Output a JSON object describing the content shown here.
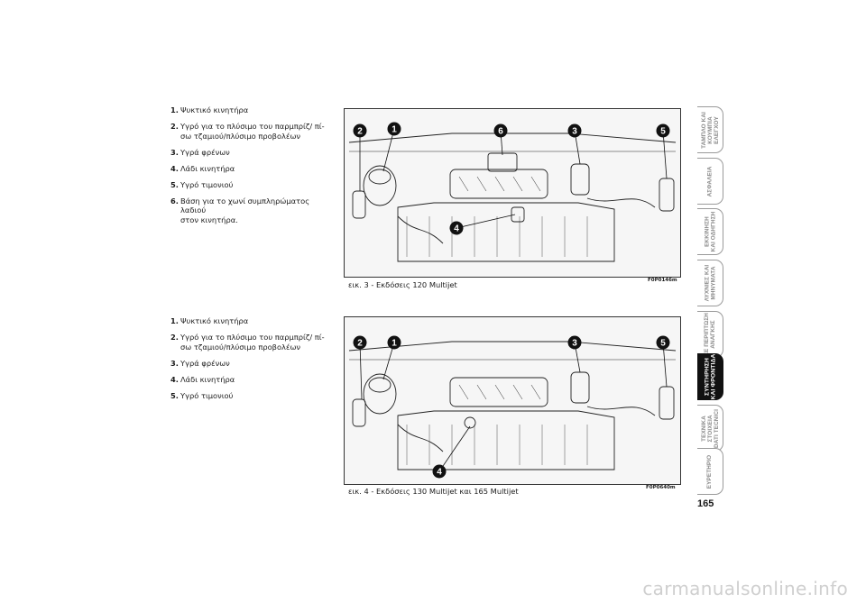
{
  "list1": [
    {
      "n": "1.",
      "text": "Ψυκτικό κινητήρα"
    },
    {
      "n": "2.",
      "text": "Υγρό για το πλύσιμο του παρμπρίζ/ πί-\nσω τζαμιού/πλύσιμο προβολέων"
    },
    {
      "n": "3.",
      "text": "Υγρά φρένων"
    },
    {
      "n": "4.",
      "text": "Λάδι κινητήρα"
    },
    {
      "n": "5.",
      "text": "Υγρό τιμονιού"
    },
    {
      "n": "6.",
      "text": "Βάση για το χωνί συμπληρώματος λαδιού\nστον κινητήρα."
    }
  ],
  "list2": [
    {
      "n": "1.",
      "text": "Ψυκτικό κινητήρα"
    },
    {
      "n": "2.",
      "text": "Υγρό για το πλύσιμο του παρμπρίζ/ πί-\nσω τζαμιού/πλύσιμο προβολέων"
    },
    {
      "n": "3.",
      "text": "Υγρά φρένων"
    },
    {
      "n": "4.",
      "text": "Λάδι κινητήρα"
    },
    {
      "n": "5.",
      "text": "Υγρό τιμονιού"
    }
  ],
  "fig1": {
    "caption": "εικ. 3 - Εκδόσεις 120 Multijet",
    "code": "F0P0146m",
    "callouts": [
      "2",
      "1",
      "6",
      "3",
      "5",
      "4"
    ]
  },
  "fig2": {
    "caption": "εικ. 4 - Εκδόσεις 130 Multijet και 165 Multijet",
    "code": "F0P0640m",
    "callouts": [
      "2",
      "1",
      "3",
      "5",
      "4"
    ]
  },
  "tabs": [
    {
      "label": "ΤΑΜΠΛΟ ΚΑΙ\nΚΟΥΜΠΙΑ\nΕΛΕΓΧΟΥ",
      "active": false
    },
    {
      "label": "ΑΣΦΑΛΕΙΑ",
      "active": false
    },
    {
      "label": "ΕΚΚΙΝΗΣΗ\nΚΑΙ ΟΔΗΓΗΣΗ",
      "active": false
    },
    {
      "label": "ΛΥΧΝΙΕΣ ΚΑΙ\nΜΗΝΥΜΑΤΑ",
      "active": false
    },
    {
      "label": "ΣΕ ΠΕΡΙΠΤΩΣΗ\nΑΝΑΓΚΗΣ",
      "active": false
    },
    {
      "label": "ΣΥΝΤΗΡΗΣΗ\nΚΑΙ ΦΡΟΝΤΙΔΑ",
      "active": true
    },
    {
      "label": "ΤΕΧΝΙΚΑ\nΣΤΟΙΧΕΙΑ\nDATI TECNICI",
      "active": false
    },
    {
      "label": "ΕΥΡΕΤΗΡΙΟ",
      "active": false
    }
  ],
  "page_number": "165",
  "watermark": "carmanualsonline.info"
}
